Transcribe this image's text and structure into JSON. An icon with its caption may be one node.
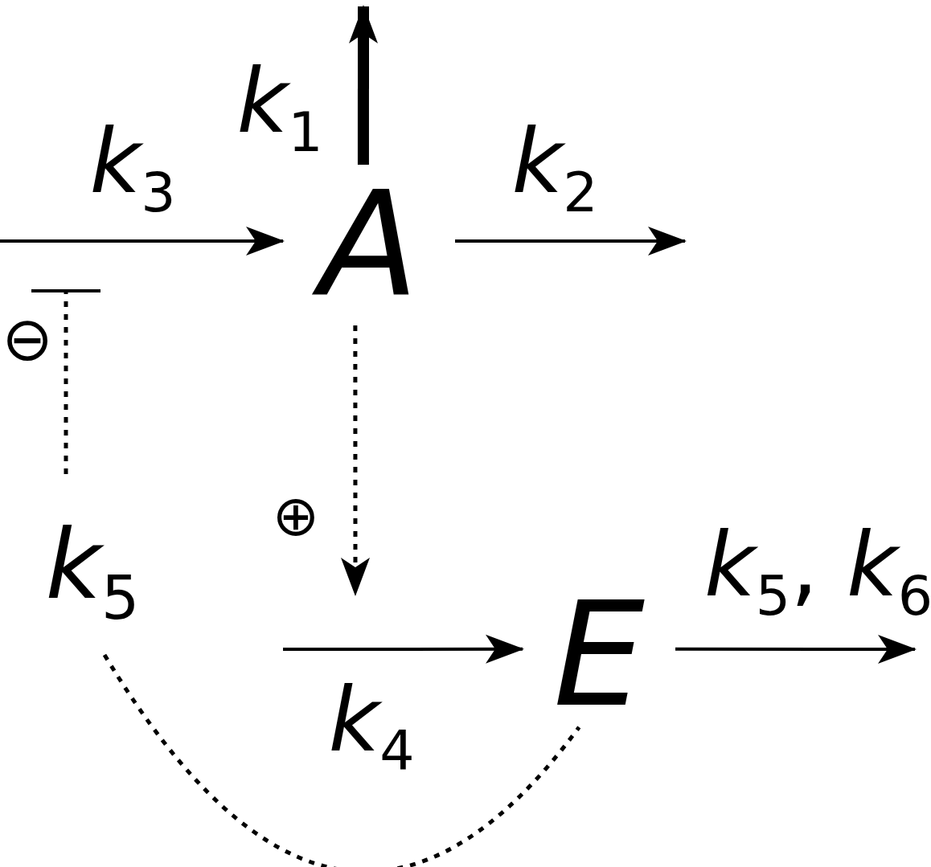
{
  "diagram": {
    "nodes": [
      {
        "text": [
          "A"
        ]
      },
      {
        "text": [
          "E"
        ]
      },
      {
        "text": [
          "*k*$_{5}$"
        ]
      }
    ],
    "edges": [
      {
        "from": null,
        "to": 0,
        "arrow": "to",
        "label": "*k*$_{3}$"
      },
      {
        "from": 0,
        "to": null,
        "arrow": "to",
        "style": "thick",
        "label": "*k*$_{1}$"
      },
      {
        "from": 0,
        "to": null,
        "arrow": "to",
        "label": "*k*$_{2}$"
      },
      {
        "from": 0,
        "to": null,
        "arrow": "to",
        "style": "dashed",
        "label": "⊕"
      },
      {
        "from": null,
        "to": 1,
        "arrow": "to",
        "label": "*k*$_{4}$"
      },
      {
        "from": 1,
        "to": null,
        "arrow": "to",
        "label": "*k*$_{5}$, *k*$_{6}$"
      },
      {
        "from": 2,
        "to": null,
        "arrow": "other",
        "style": "dashed",
        "label": "⊖"
      },
      {
        "from": 2,
        "to": 1,
        "arrow": "none",
        "style": "dashed"
      }
    ]
  }
}
